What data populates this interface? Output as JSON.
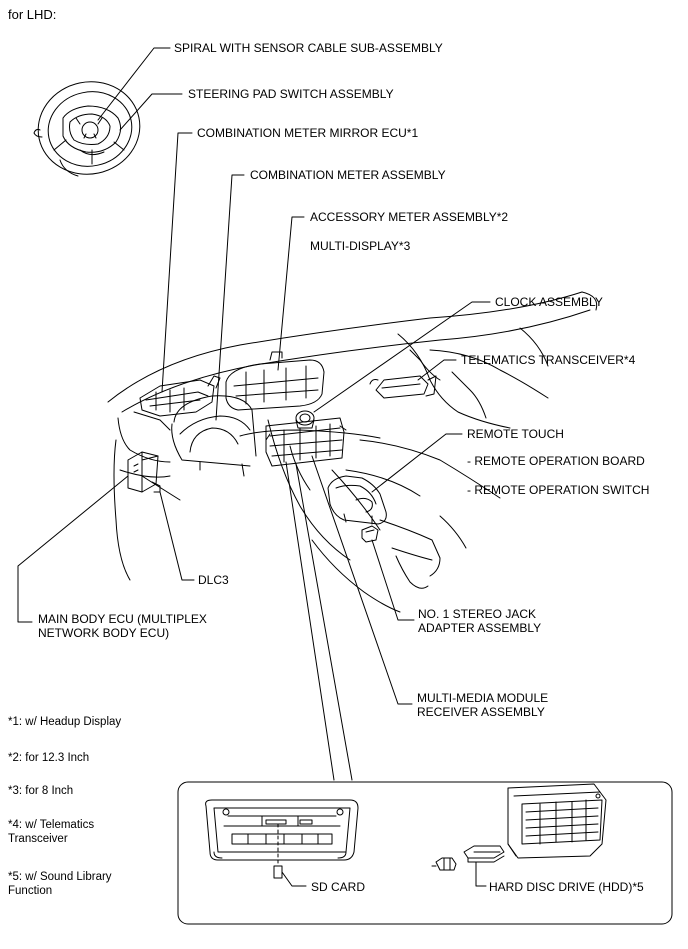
{
  "header": "for LHD:",
  "labels": {
    "spiral": "SPIRAL WITH SENSOR CABLE SUB-ASSEMBLY",
    "steering_pad": "STEERING PAD SWITCH ASSEMBLY",
    "meter_mirror_ecu": "COMBINATION METER MIRROR ECU*1",
    "combination_meter": "COMBINATION METER ASSEMBLY",
    "accessory_meter": "ACCESSORY METER ASSEMBLY*2",
    "multi_display": "MULTI-DISPLAY*3",
    "clock": "CLOCK ASSEMBLY",
    "telematics": "TELEMATICS TRANSCEIVER*4",
    "remote_touch": "REMOTE TOUCH",
    "remote_board": "- REMOTE OPERATION BOARD",
    "remote_switch": "- REMOTE OPERATION SWITCH",
    "dlc3": "DLC3",
    "main_body_ecu_1": "MAIN BODY ECU (MULTIPLEX",
    "main_body_ecu_2": "NETWORK BODY ECU)",
    "stereo_jack_1": "NO. 1 STEREO JACK",
    "stereo_jack_2": "ADAPTER ASSEMBLY",
    "mm_receiver_1": "MULTI-MEDIA MODULE",
    "mm_receiver_2": "RECEIVER ASSEMBLY",
    "sd_card": "SD CARD",
    "hdd": "HARD DISC DRIVE (HDD)*5"
  },
  "notes": {
    "n1": "*1: w/ Headup Display",
    "n2": "*2: for 12.3 Inch",
    "n3": "*3: for 8 Inch",
    "n4a": "*4: w/ Telematics",
    "n4b": "Transceiver",
    "n5a": "*5: w/ Sound Library",
    "n5b": "Function"
  }
}
